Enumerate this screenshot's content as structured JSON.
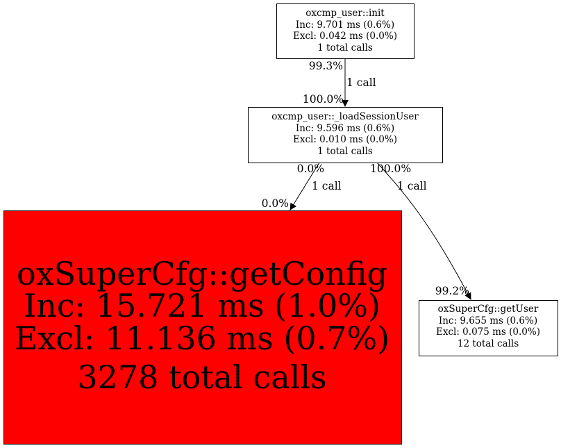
{
  "nodes": {
    "init": {
      "name": "oxcmp_user::init",
      "inc": "Inc: 9.701 ms (0.6%)",
      "excl": "Excl: 0.042 ms (0.0%)",
      "calls": "1 total calls"
    },
    "load": {
      "name": "oxcmp_user::_loadSessionUser",
      "inc": "Inc: 9.596 ms (0.6%)",
      "excl": "Excl: 0.010 ms (0.0%)",
      "calls": "1 total calls"
    },
    "getConfig": {
      "name": "oxSuperCfg::getConfig",
      "inc": "Inc: 15.721 ms (1.0%)",
      "excl": "Excl: 11.136 ms (0.7%)",
      "calls": "3278 total calls",
      "fill": "#ff0000"
    },
    "getUser": {
      "name": "oxSuperCfg::getUser",
      "inc": "Inc: 9.655 ms (0.6%)",
      "excl": "Excl: 0.075 ms (0.0%)",
      "calls": "12 total calls"
    }
  },
  "edges": {
    "init_load": {
      "tail": "99.3%",
      "label": "1 call",
      "head": "100.0%"
    },
    "load_getConfig": {
      "tail": "0.0%",
      "label": "1 call",
      "head": "0.0%"
    },
    "load_getUser": {
      "tail": "100.0%",
      "label": "1 call",
      "head": "99.2%"
    }
  }
}
